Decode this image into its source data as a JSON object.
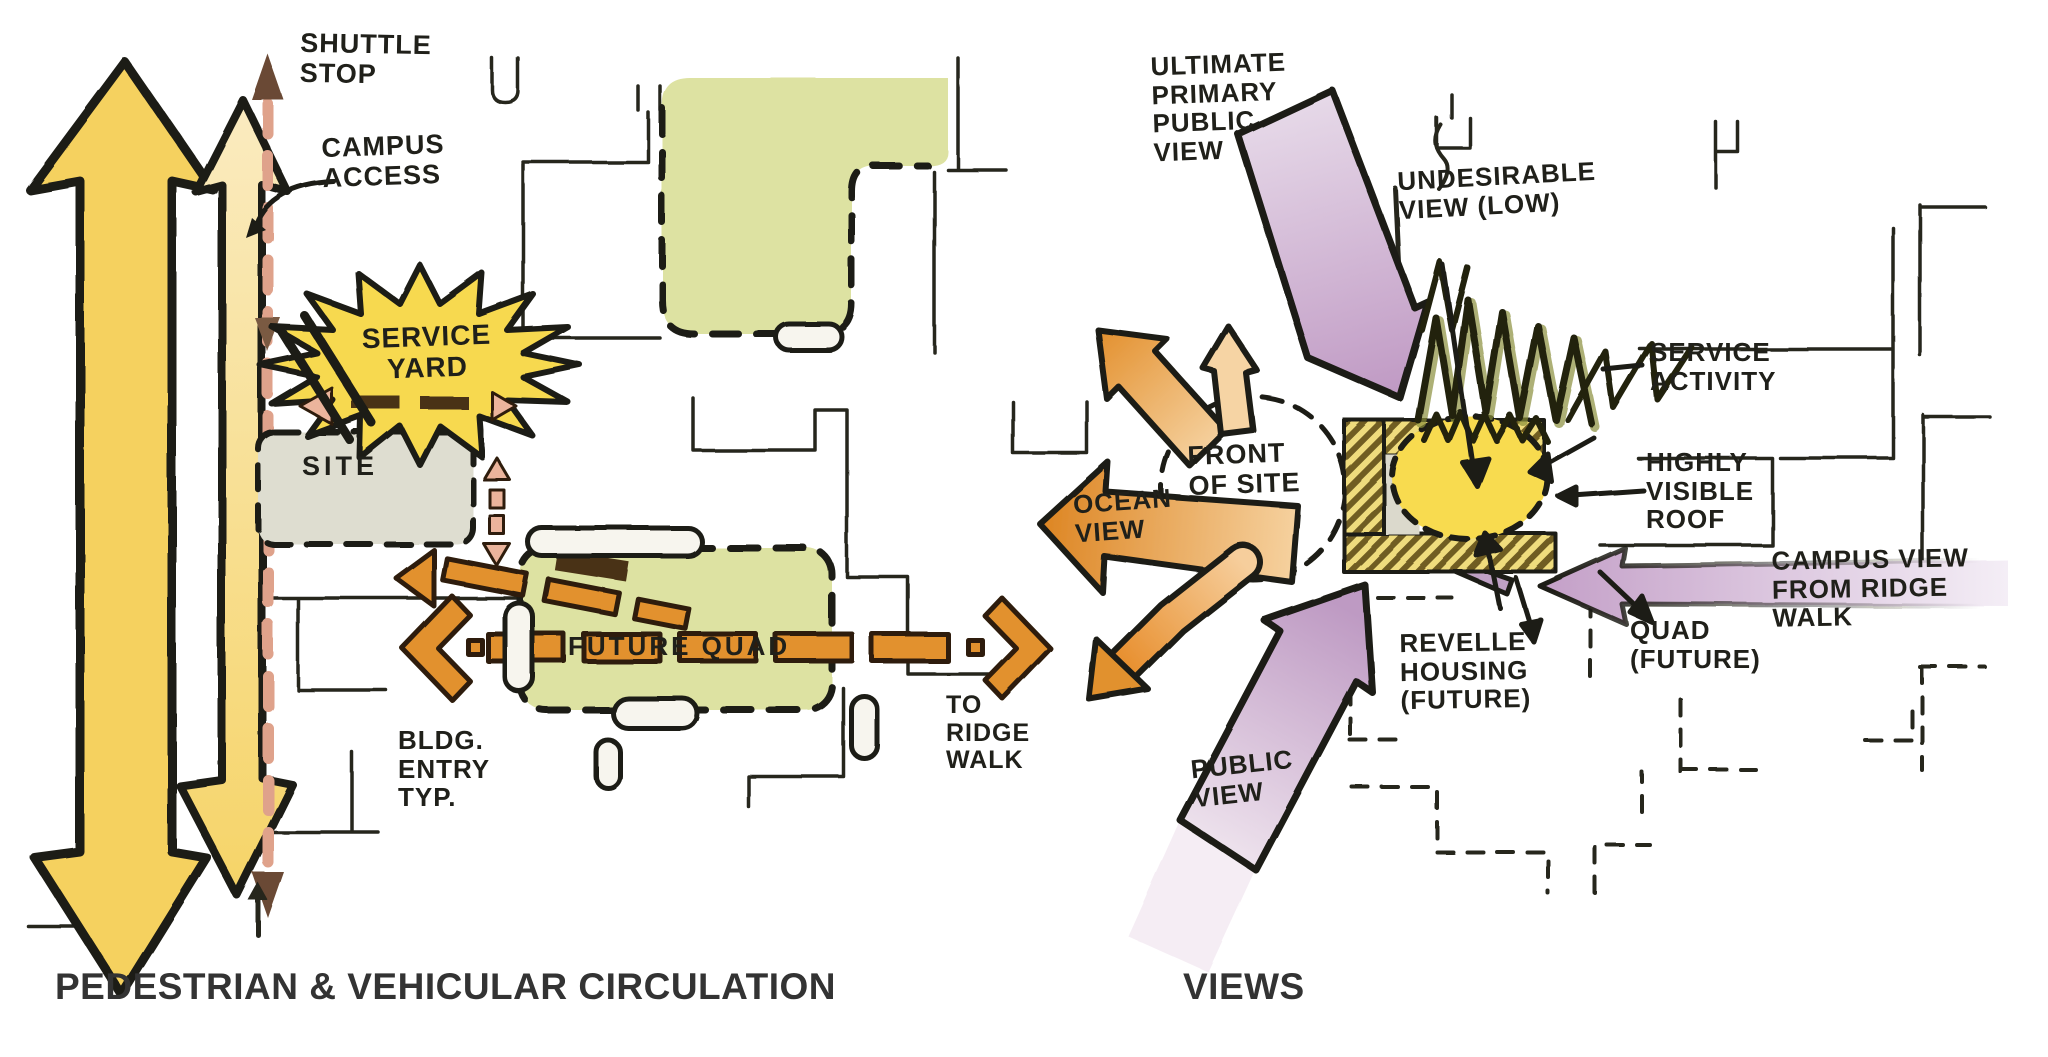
{
  "panels": {
    "circulation": {
      "caption": "PEDESTRIAN & VEHICULAR CIRCULATION",
      "labels": {
        "shuttle_stop": "SHUTTLE\nSTOP",
        "campus_access": "CAMPUS\nACCESS",
        "service_yard": "SERVICE\nYARD",
        "site": "SITE",
        "future_quad": "FUTURE QUAD",
        "to_ridge_walk": "TO\nRIDGE\nWALK",
        "bldg_entry": "BLDG.\nENTRY\nTYP."
      }
    },
    "views": {
      "caption": "VIEWS",
      "labels": {
        "ultimate_primary_public_view": "ULTIMATE\nPRIMARY\nPUBLIC\nVIEW",
        "undesirable_view": "UNDESIRABLE\nVIEW (LOW)",
        "service_activity": "SERVICE\nACTIVITY",
        "highly_visible_roof": "HIGHLY\nVISIBLE\nROOF",
        "ocean_view": "OCEAN\nVIEW",
        "front_of_site": "FRONT\nOF SITE",
        "campus_view_from_ridge_walk": "CAMPUS VIEW\nFROM RIDGE\nWALK",
        "revelle_housing_future": "REVELLE\nHOUSING\n(FUTURE)",
        "quad_future": "QUAD\n(FUTURE)",
        "public_view": "PUBLIC\nVIEW"
      }
    }
  },
  "colors": {
    "pedestrian_arrow_yellow": "#F5D15E",
    "secondary_arrow_cream": "#F8E6AC",
    "vehicular_dash_salmon": "#DFA28B",
    "quad_green": "#DDE2A2",
    "site_gray": "#DEDDD0",
    "service_yard_yellow": "#F7D94F",
    "route_orange": "#E2912F",
    "view_purple": "#C4A0C8",
    "building_roof_yellow": "#F8DB4F",
    "ink": "#1c1c14"
  }
}
